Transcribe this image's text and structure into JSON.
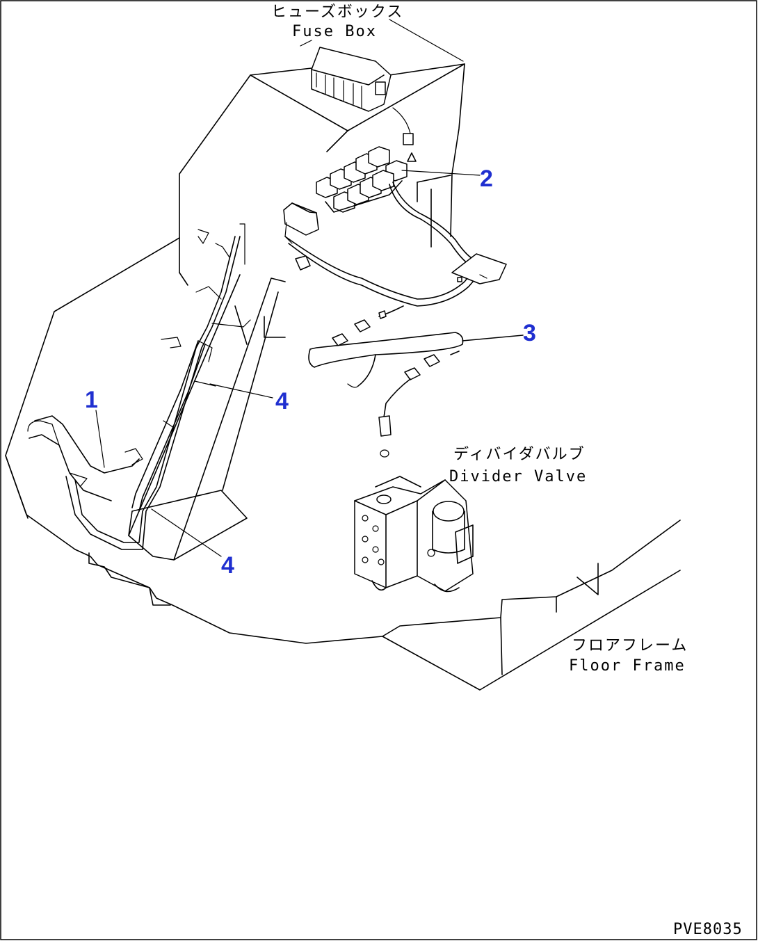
{
  "labels": {
    "fuse_box_jp": "ヒューズボックス",
    "fuse_box_en": "Fuse Box",
    "divider_valve_jp": "ディバイダバルブ",
    "divider_valve_en": "Divider Valve",
    "floor_frame_jp": "フロアフレーム",
    "floor_frame_en": "Floor Frame"
  },
  "callouts": {
    "c1": "1",
    "c2": "2",
    "c3": "3",
    "c4a": "4",
    "c4b": "4"
  },
  "drawing_code": "PVE8035",
  "colors": {
    "callout": "#1f2fd0",
    "line": "#000000",
    "background": "#ffffff"
  }
}
